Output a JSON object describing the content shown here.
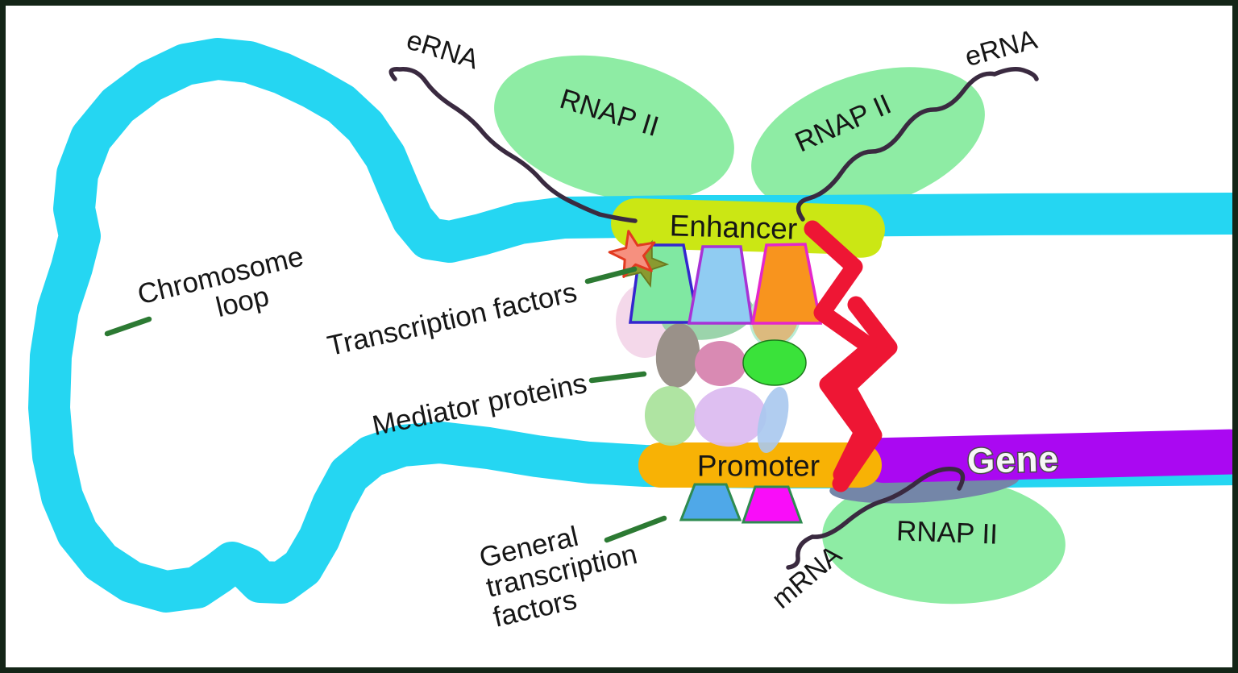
{
  "labels": {
    "erna_left": "eRNA",
    "erna_right": "eRNA",
    "rnap_left": "RNAP II",
    "rnap_right": "RNAP II",
    "rnap_bottom": "RNAP II",
    "enhancer": "Enhancer",
    "promoter": "Promoter",
    "gene": "Gene",
    "mrna": "mRNA",
    "chromosome_loop_line1": "Chromosome",
    "chromosome_loop_line2": "loop",
    "transcription_factors": "Transcription factors",
    "mediator_proteins": "Mediator proteins",
    "gtf_line1": "General",
    "gtf_line2": "transcription",
    "gtf_line3": "factors"
  },
  "colors": {
    "chromosome": "#25d6f2",
    "rnap_green": "#8eeca4",
    "enhancer": "#cbe714",
    "promoter": "#f8b205",
    "gene": "#aa08f2",
    "zigzag_red": "#ee1634",
    "rna_line": "#3a2a40",
    "pointer_green": "#2c7a33",
    "frame": "#142517",
    "slate_shadow": "#7486a8",
    "star_fill": "#f6907f",
    "star_stroke": "#e23a20",
    "star_back": "#8a9a30",
    "tf1_fill": "#80e8a2",
    "tf1_stroke": "#3426cf",
    "tf2_fill": "#90ccf2",
    "tf2_stroke": "#a832d6",
    "tf3_fill": "#f8941e",
    "tf3_stroke": "#e426cc",
    "gtf1_fill": "#4fa8e8",
    "gtf2_fill": "#f90df9",
    "gtf_stroke": "#2e8b50",
    "mediators": [
      "#f3d5e8",
      "#93d1a5",
      "#dcba7e",
      "#9a9189",
      "#d98ab3",
      "#3ae23a",
      "#a9e29b",
      "#dcbaf0",
      "#a8c8ee"
    ]
  }
}
